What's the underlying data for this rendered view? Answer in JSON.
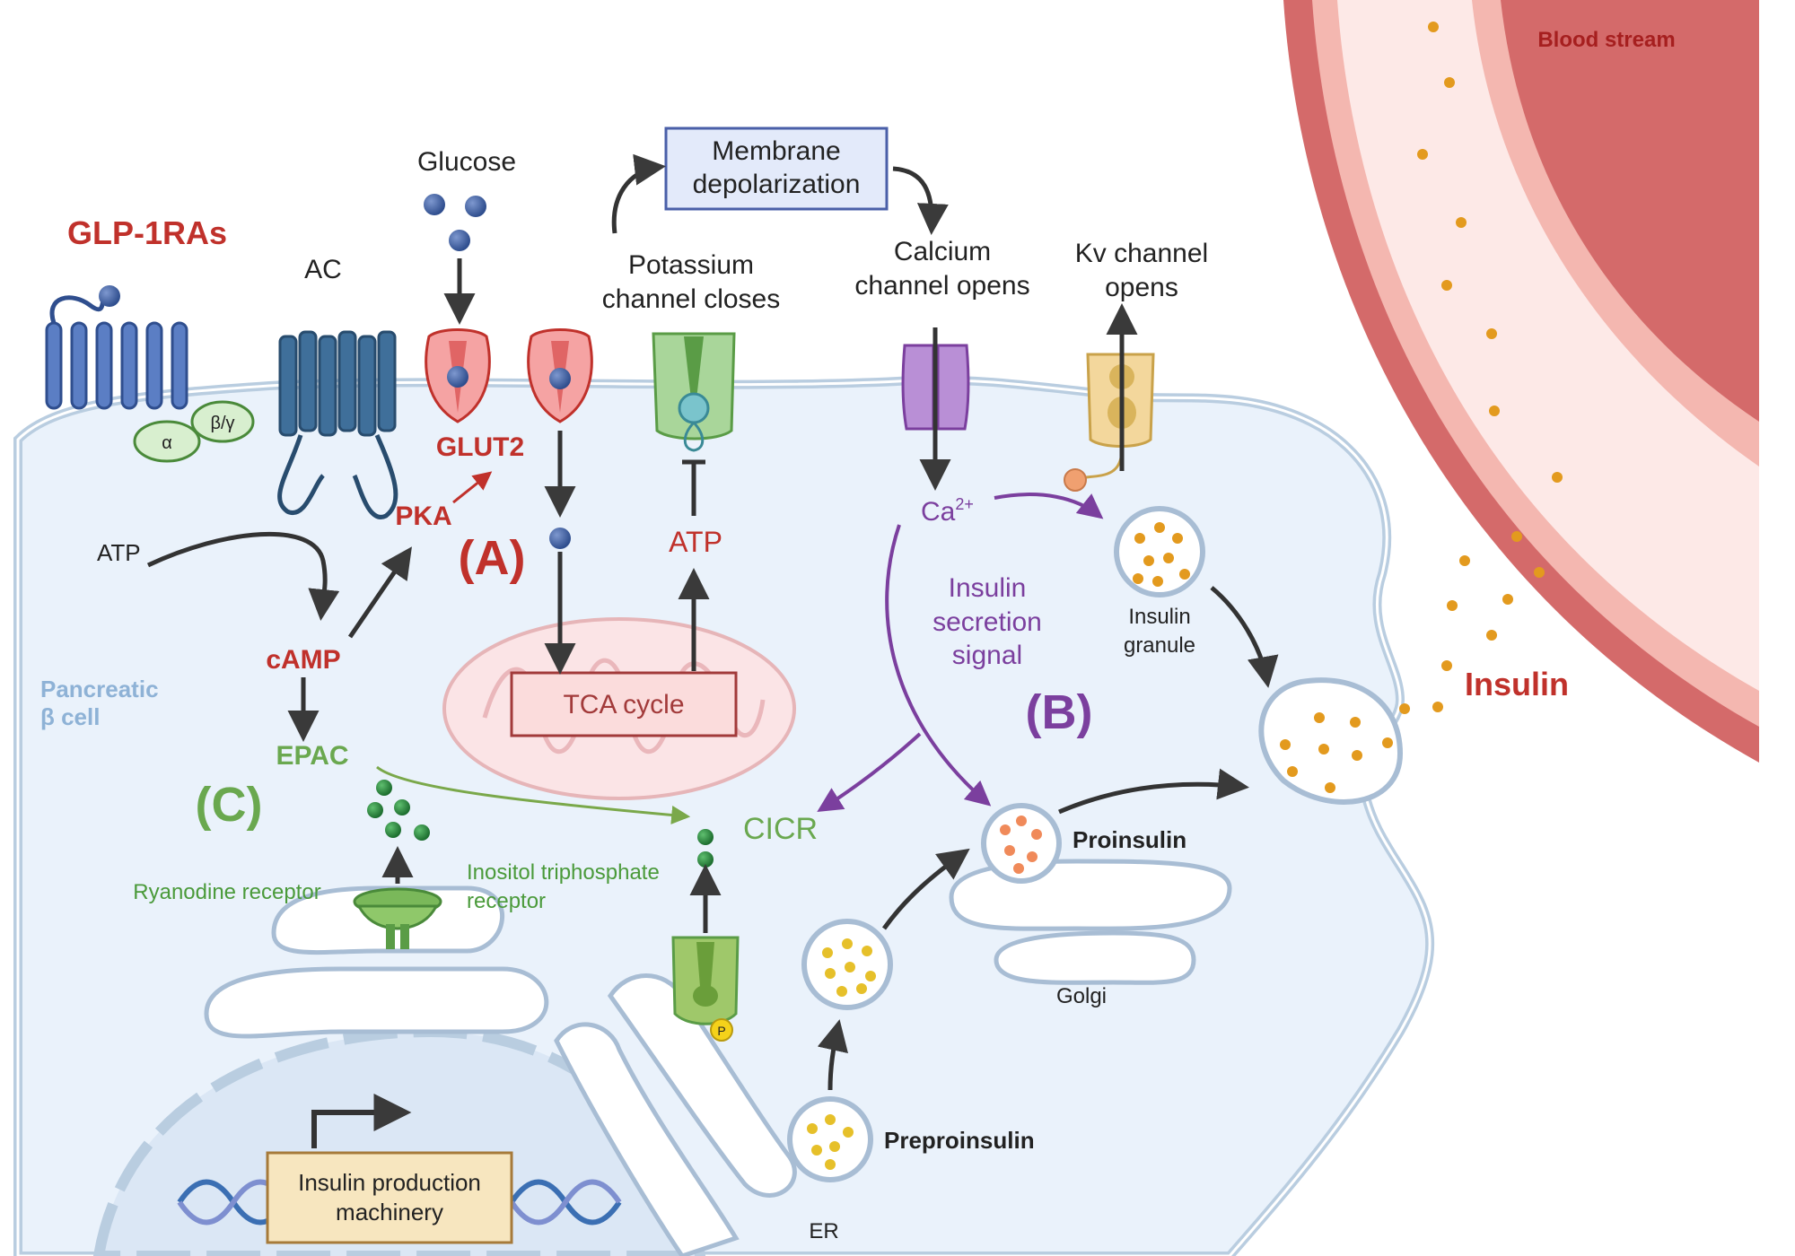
{
  "labels": {
    "glp1ras": "GLP-1RAs",
    "alpha": "α",
    "beta_gamma": "β/γ",
    "ac": "AC",
    "glucose": "Glucose",
    "glut2": "GLUT2",
    "pka": "PKA",
    "atp_left": "ATP",
    "camp": "cAMP",
    "epac": "EPAC",
    "pancreatic_line1": "Pancreatic",
    "pancreatic_line2": "β cell",
    "marker_a": "(A)",
    "marker_b": "(B)",
    "marker_c": "(C)",
    "membrane_depol_line1": "Membrane",
    "membrane_depol_line2": "depolarization",
    "potassium_line1": "Potassium",
    "potassium_line2": "channel closes",
    "calcium_line1": "Calcium",
    "calcium_line2": "channel opens",
    "kv_line1": "Kv channel",
    "kv_line2": "opens",
    "atp_mid": "ATP",
    "tca": "TCA cycle",
    "ca": "Ca",
    "ca_sup": "2+",
    "insulin_signal_line1": "Insulin",
    "insulin_signal_line2": "secretion",
    "insulin_signal_line3": "signal",
    "insulin_granule_line1": "Insulin",
    "insulin_granule_line2": "granule",
    "insulin": "Insulin",
    "blood_stream": "Blood stream",
    "cicr": "CICR",
    "ryanodine": "Ryanodine receptor",
    "ip3_line1": "Inositol triphosphate",
    "ip3_line2": "receptor",
    "phospho": "P",
    "proinsulin": "Proinsulin",
    "golgi": "Golgi",
    "preproinsulin": "Preproinsulin",
    "er": "ER",
    "nucleus_box_line1": "Insulin production",
    "nucleus_box_line2": "machinery"
  },
  "colors": {
    "red_label": "#c0312b",
    "purple": "#7b3f9e",
    "green": "#4a9a3a",
    "cell_fill": "#eaf2fb",
    "membrane": "#b9cde0",
    "vessel": "#d46a6a",
    "insulin_dot": "#e39a1e"
  }
}
